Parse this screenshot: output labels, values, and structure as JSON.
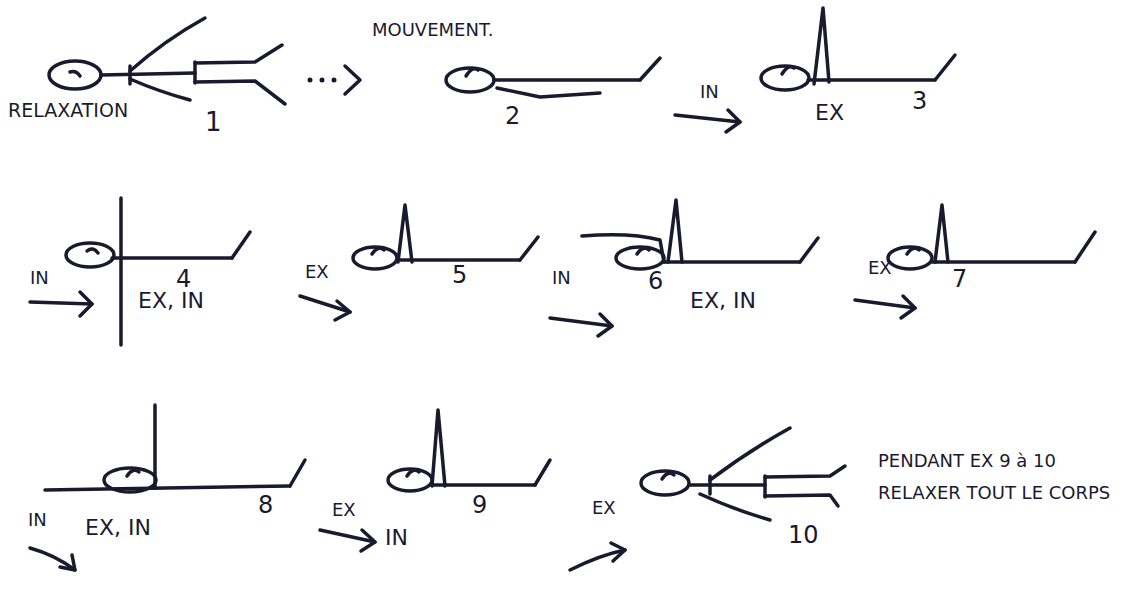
{
  "diagram": {
    "labels": [
      "MOUVEMENT.",
      "RELAXATION",
      "1",
      "2",
      "IN",
      "EX",
      "3",
      "IN",
      "4",
      "EX, IN",
      "EX",
      "5",
      "IN",
      "6",
      "EX, IN",
      "EX",
      "7",
      "IN",
      "EX, IN",
      "8",
      "EX",
      "IN",
      "9",
      "EX",
      "10",
      "PENDANT EX 9 à 10 RELAXER TOUT LE CORPS"
    ]
  }
}
